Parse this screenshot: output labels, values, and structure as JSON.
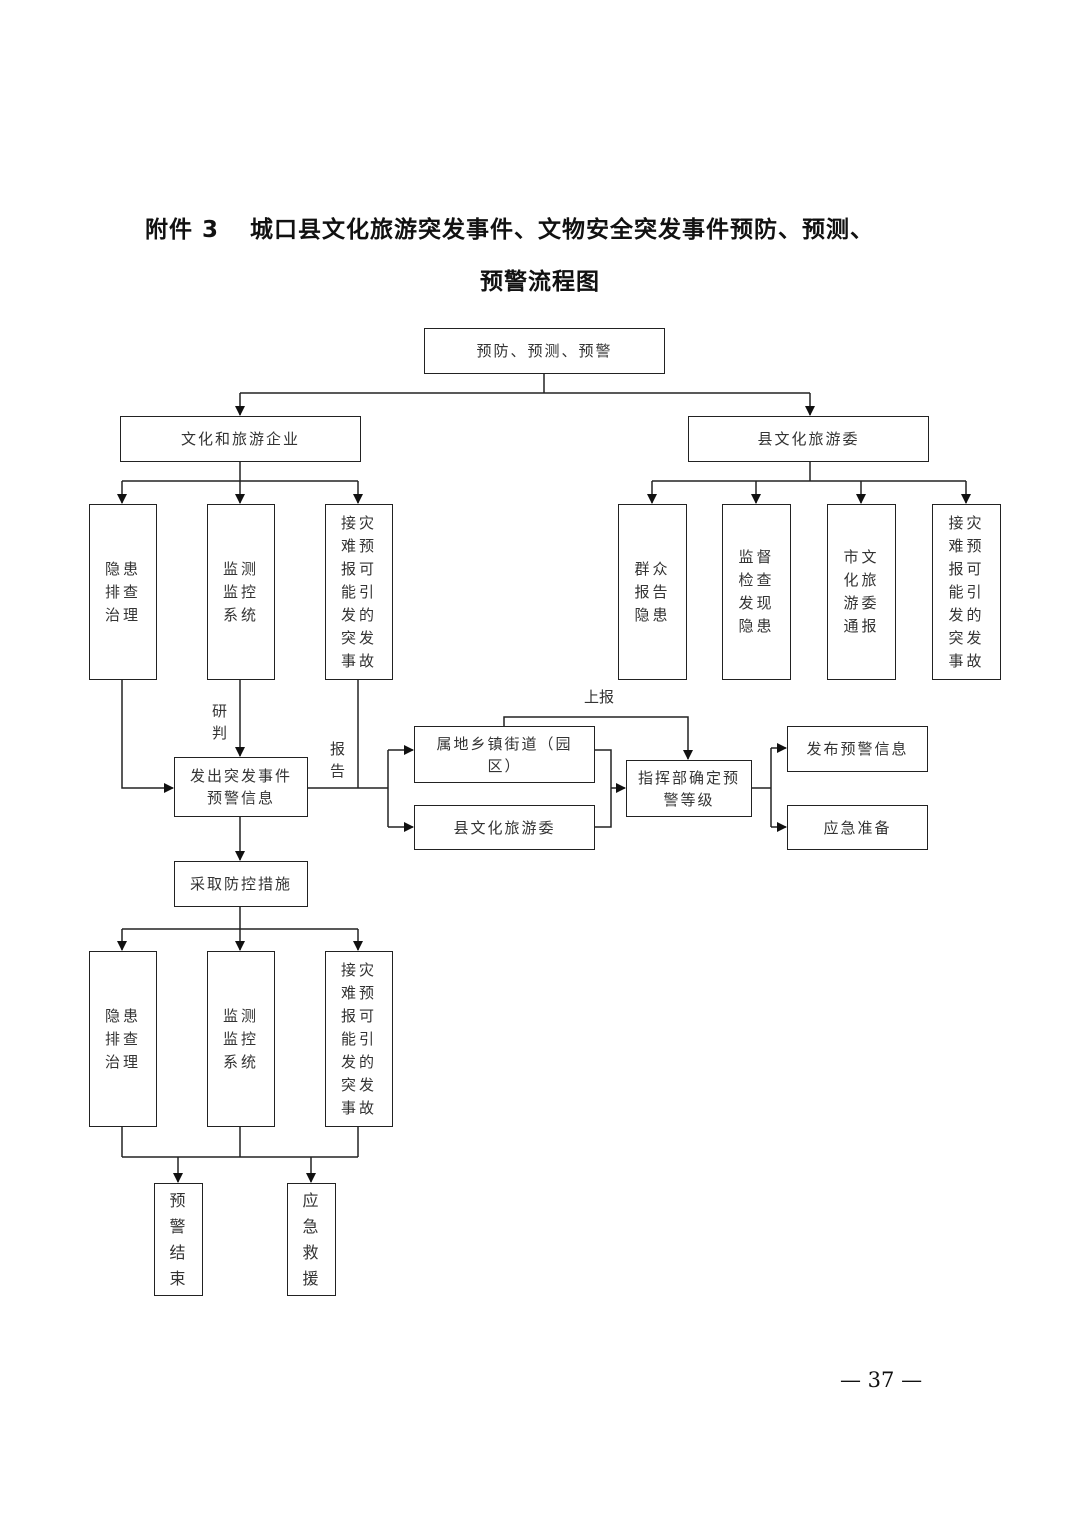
{
  "header": {
    "attachment_label": "附件 3",
    "title_line1": "城口县文化旅游突发事件、文物安全突发事件预防、预测、",
    "title_line2": "预警流程图"
  },
  "flowchart": {
    "root": "预防、预测、预警",
    "enterprise": "文化和旅游企业",
    "county_committee": "县文化旅游委",
    "enterprise_children": [
      "隐患排查治理",
      "监测监控系统",
      "接灾难预报可能引发的突发事故"
    ],
    "committee_children": [
      "群众报告隐患",
      "监督检查发现隐患",
      "市文化旅游委通报",
      "接灾难预报可能引发的突发事故"
    ],
    "issue_warning": "发出突发事件预警信息",
    "edge_labels": {
      "judge": "研判",
      "report": "报告",
      "escalate": "上报"
    },
    "local_town": "属地乡镇街道（园区）",
    "county_committee_mid": "县文化旅游委",
    "command_level": "指挥部确定预警等级",
    "publish_warning": "发布预警信息",
    "emergency_prep": "应急准备",
    "take_measures": "采取防控措施",
    "measures_children": [
      "隐患排查治理",
      "监测监控系统",
      "接灾难预报可能引发的突发事故"
    ],
    "warning_end": "预警结束",
    "emergency_rescue": "应急救援"
  },
  "footer": {
    "page_number": "— 37 —"
  }
}
